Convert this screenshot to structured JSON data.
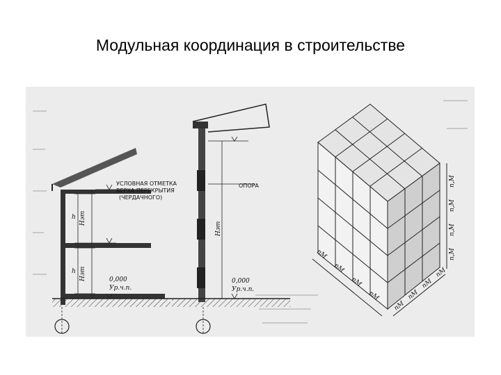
{
  "slide": {
    "title": "Модульная координация в строительстве"
  },
  "figure": {
    "left_section": {
      "annotation_lines": [
        "УСЛОВНАЯ ОТМЕТКА",
        "ВЕРХА ПЕРЕКРЫТИЯ",
        "(ЧЕРДАЧНОГО)"
      ],
      "storey_height_labels": [
        "h",
        "Нэт",
        "h",
        "Нэт"
      ],
      "level_value": "0,000",
      "level_note": "Ур.ч.п."
    },
    "middle_section": {
      "support_label": "ОПОРА",
      "height_label": "Нэт",
      "level_value": "0,000",
      "level_note": "Ур.ч.п."
    },
    "grid_block": {
      "x_dims": [
        "nM",
        "nM",
        "nM",
        "nM"
      ],
      "z_dims": [
        "nM",
        "nM",
        "nM",
        "nM"
      ],
      "side_dims": [
        "n,M",
        "n,M",
        "n,M",
        "n,M"
      ]
    }
  }
}
